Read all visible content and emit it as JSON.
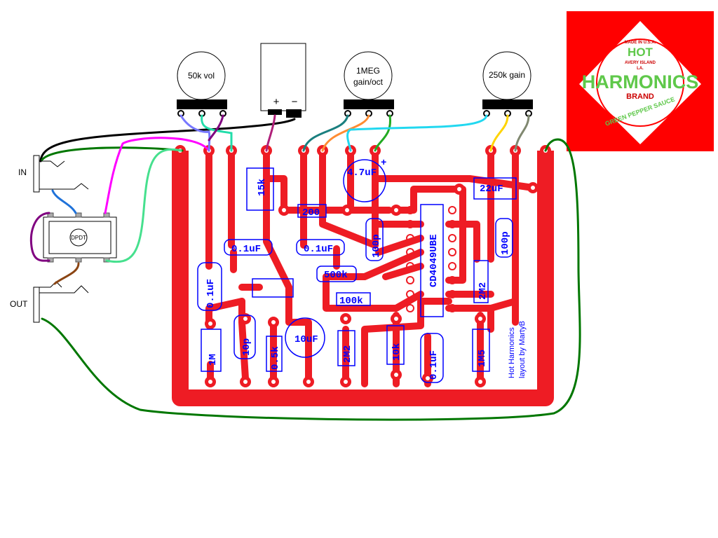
{
  "pots": {
    "vol": "50k vol",
    "gain_oct_line1": "1MEG",
    "gain_oct_line2": "gain/oct",
    "gain": "250k gain"
  },
  "battery": {
    "plus": "+",
    "minus": "−"
  },
  "jacks": {
    "in": "IN",
    "out": "OUT"
  },
  "switch": {
    "label": "DPDT"
  },
  "components": {
    "r15k": "15k",
    "r200": "200",
    "c01a": "0.1uF",
    "c01b": "0.1uF",
    "c4_7": "4.7uF",
    "plus_sign": "+",
    "c22": "22uF",
    "c100a": "100p",
    "c100b": "100p",
    "chip": "CD4049UBE",
    "c01c": "0.1uF",
    "pot500k": "500k",
    "r100k": "100k",
    "r2m2a": "2M2",
    "r1m": "1M",
    "c10p": "10p",
    "r0_5k": "0.5k",
    "c10": "10uF",
    "c10_plus": "+",
    "r2m2b": "2M2",
    "r10k": "10k",
    "c01d": "0.1uF",
    "r1m5": "1M5"
  },
  "credit": {
    "line1": "Hot Harmonics",
    "line2": "layout by MartyB"
  },
  "logo": {
    "top_small": "MADE IN U.S.A.",
    "hot": "HOT",
    "avery": "AVERY ISLAND",
    "la": "LA.",
    "main": "HARMONICS",
    "brand": "BRAND",
    "bottom": "GREEN PEPPER SAUCE"
  },
  "colors": {
    "trace": "#ee1c24",
    "component": "#0000ff",
    "logo_bg": "#ff0000",
    "logo_text": "#5fc84a"
  }
}
